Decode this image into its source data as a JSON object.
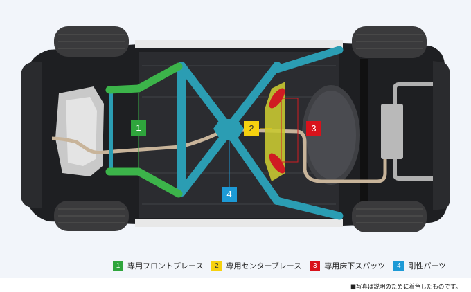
{
  "diagram": {
    "subject": "vehicle underbody (bottom view)",
    "callouts": [
      {
        "number": "1",
        "color": "#2fa53c",
        "text_color": "#ffffff"
      },
      {
        "number": "2",
        "color": "#f6d10f",
        "text_color": "#333333"
      },
      {
        "number": "3",
        "color": "#d8121b",
        "text_color": "#ffffff"
      },
      {
        "number": "4",
        "color": "#1d9ad6",
        "text_color": "#ffffff"
      }
    ]
  },
  "legend": {
    "items": [
      {
        "number": "1",
        "label": "専用フロントブレース",
        "color": "#2fa53c"
      },
      {
        "number": "2",
        "label": "専用センターブレース",
        "color": "#f6d10f"
      },
      {
        "number": "3",
        "label": "専用床下スパッツ",
        "color": "#d8121b"
      },
      {
        "number": "4",
        "label": "剛性パーツ",
        "color": "#1d9ad6"
      }
    ]
  },
  "footnote": "■写真は説明のために着色したものです。",
  "colors": {
    "background": "#f2f5fa",
    "front_brace": "#3cb44a",
    "center_brace": "#c8c832",
    "underfloor_spats": "#d01c22",
    "rigidity_parts": "#2b9db3"
  }
}
